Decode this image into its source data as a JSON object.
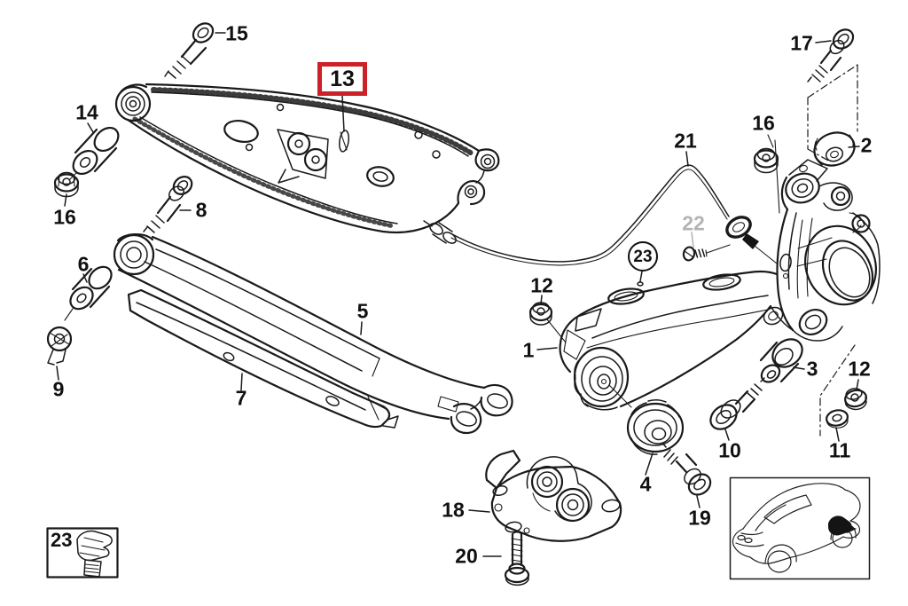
{
  "diagram": {
    "background_color": "#ffffff",
    "line_color": "#1a1a1a",
    "highlight_color": "#cc2127",
    "muted_color": "#b3b3b3",
    "highlighted_callout": "13",
    "callouts": {
      "n1": {
        "label": "1"
      },
      "n2": {
        "label": "2"
      },
      "n3": {
        "label": "3"
      },
      "n4": {
        "label": "4"
      },
      "n5": {
        "label": "5"
      },
      "n6": {
        "label": "6"
      },
      "n7": {
        "label": "7"
      },
      "n8": {
        "label": "8"
      },
      "n9": {
        "label": "9"
      },
      "n10": {
        "label": "10"
      },
      "n11": {
        "label": "11"
      },
      "n12a": {
        "label": "12"
      },
      "n12b": {
        "label": "12"
      },
      "n13": {
        "label": "13"
      },
      "n14": {
        "label": "14"
      },
      "n15": {
        "label": "15"
      },
      "n16a": {
        "label": "16"
      },
      "n16b": {
        "label": "16"
      },
      "n17": {
        "label": "17"
      },
      "n18": {
        "label": "18"
      },
      "n19": {
        "label": "19"
      },
      "n20": {
        "label": "20"
      },
      "n21": {
        "label": "21"
      },
      "n22": {
        "label": "22"
      },
      "n23_circle": {
        "label": "23"
      },
      "n23_box": {
        "label": "23"
      }
    }
  }
}
